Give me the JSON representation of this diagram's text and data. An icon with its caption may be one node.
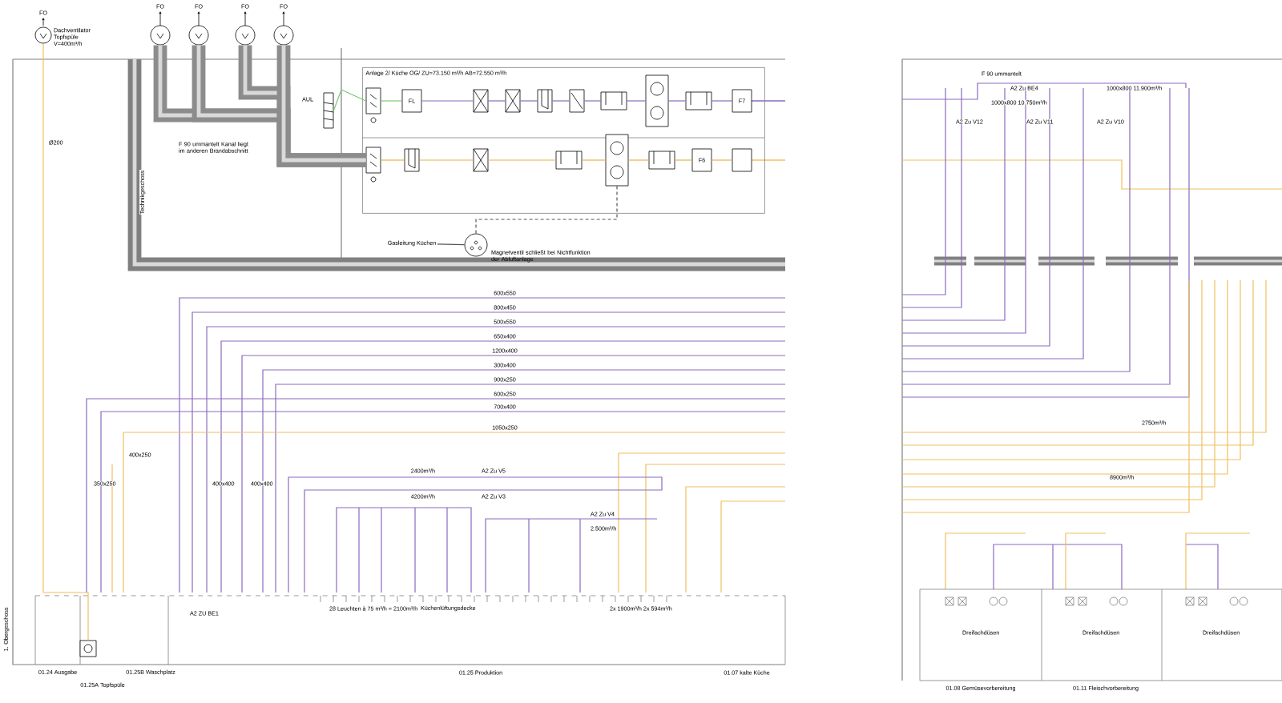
{
  "diagram": {
    "nodes": [
      {
        "text": [],
        "shape": "circle",
        "beside": [
          "FO",
          "Dachventilator Topfspüle V=400m³/h"
        ]
      },
      {
        "text": [],
        "shape": "circle",
        "beside": [
          "FO"
        ]
      },
      {
        "text": [],
        "shape": "circle",
        "beside": [
          "FO"
        ]
      },
      {
        "text": [],
        "shape": "circle",
        "beside": [
          "FO"
        ]
      },
      {
        "text": [],
        "shape": "circle",
        "beside": [
          "FO"
        ]
      },
      {
        "text": [
          "Anlage 2/ Küche OG/ ZU=73.150 m³/h AB=72.550 m³/h"
        ]
      },
      {
        "text": [],
        "shape": "box",
        "beside": [
          "AUL"
        ]
      },
      {
        "text": [],
        "shape": "box",
        "in": 5
      },
      {
        "text": [
          "FL"
        ],
        "in": 5
      },
      {
        "text": [],
        "shape": "box",
        "in": 5
      },
      {
        "text": [],
        "shape": "box",
        "in": 5
      },
      {
        "text": [],
        "shape": "box",
        "in": 5
      },
      {
        "text": [],
        "shape": "box",
        "in": 5
      },
      {
        "text": [],
        "shape": "box",
        "in": 5
      },
      {
        "text": [],
        "shape": "box",
        "in": 5
      },
      {
        "text": [],
        "shape": "box",
        "in": 5
      },
      {
        "text": [
          "F7"
        ],
        "in": 5
      },
      {
        "text": [],
        "shape": "box",
        "in": 5
      },
      {
        "text": [],
        "shape": "box",
        "in": 5
      },
      {
        "text": [],
        "shape": "box",
        "in": 5
      },
      {
        "text": [],
        "shape": "box",
        "in": 5
      },
      {
        "text": [],
        "shape": "box",
        "in": 5
      },
      {
        "text": [],
        "shape": "box",
        "in": 5
      },
      {
        "text": [
          "F6"
        ],
        "in": 5
      },
      {
        "text": [],
        "shape": "box",
        "in": 5
      },
      {
        "text": [],
        "shape": "circle",
        "beside": [
          "Magnetventil schließt bei Nichtfunktion der Abluftanlage"
        ]
      },
      {
        "text": [
          "Gasleitung Küchen"
        ]
      },
      {
        "text": [],
        "shape": "box"
      }
    ],
    "edges": [
      {
        "from": 17,
        "to": 1,
        "arrow": "none",
        "style": "thick",
        "color": "#8c8c8c"
      },
      {
        "from": 17,
        "to": 2,
        "arrow": "none",
        "style": "thick",
        "color": "#8c8c8c"
      },
      {
        "from": 17,
        "to": 3,
        "arrow": "none",
        "style": "thick",
        "color": "#8c8c8c"
      },
      {
        "from": 17,
        "to": 4,
        "arrow": "none",
        "style": "thick",
        "color": "#8c8c8c"
      },
      {
        "from": 6,
        "to": 7,
        "arrow": "none",
        "color": "#7cc576"
      },
      {
        "from": 7,
        "to": 8,
        "arrow": "none",
        "color": "#7cc576"
      },
      {
        "from": 8,
        "to": 9,
        "arrow": "none",
        "color": "#8a6bbf"
      },
      {
        "from": 9,
        "to": 10,
        "arrow": "none",
        "color": "#8a6bbf"
      },
      {
        "from": 10,
        "to": 11,
        "arrow": "none",
        "color": "#8a6bbf"
      },
      {
        "from": 11,
        "to": 12,
        "arrow": "none",
        "color": "#8a6bbf"
      },
      {
        "from": 12,
        "to": 13,
        "arrow": "none",
        "color": "#8a6bbf"
      },
      {
        "from": 13,
        "to": 14,
        "arrow": "none",
        "color": "#8a6bbf"
      },
      {
        "from": 14,
        "to": 15,
        "arrow": "none",
        "color": "#8a6bbf"
      },
      {
        "from": 15,
        "to": 16,
        "arrow": "none",
        "color": "#8a6bbf"
      },
      {
        "from": 17,
        "to": 18,
        "arrow": "none",
        "color": "#e8b04a"
      },
      {
        "from": 18,
        "to": 19,
        "arrow": "none",
        "color": "#e8b04a"
      },
      {
        "from": 19,
        "to": 20,
        "arrow": "none",
        "color": "#e8b04a"
      },
      {
        "from": 20,
        "to": 21,
        "arrow": "none",
        "color": "#e8b04a"
      },
      {
        "from": 21,
        "to": 22,
        "arrow": "none",
        "color": "#e8b04a"
      },
      {
        "from": 22,
        "to": 23,
        "arrow": "none",
        "color": "#e8b04a"
      },
      {
        "from": 23,
        "to": 24,
        "arrow": "none",
        "color": "#e8b04a"
      },
      {
        "from": 21,
        "to": 25,
        "arrow": "none",
        "style": "dashed",
        "color": "#555555"
      },
      {
        "from": 26,
        "to": 25,
        "arrow": "none",
        "color": "#555555"
      },
      {
        "from": 0,
        "to": 27,
        "arrow": "none",
        "color": "#f0c060"
      }
    ],
    "labels": [
      "Technikgeschoss",
      "F 90 ummantelt Kanal liegt im anderen Brandabschnitt",
      "Ø200",
      "600x550",
      "800x450",
      "500x550",
      "650x400",
      "1200x400",
      "300x400",
      "900x250",
      "600x250",
      "700x400",
      "1050x250",
      "400x250",
      "350x250",
      "400x400",
      "400x400",
      "A2 Zu V5",
      "A2 Zu V3",
      "2400m³/h",
      "4200m³/h",
      "A2 Zu V4",
      "2.500m³/h",
      "28 Leuchten à 75 m³/h = 2100m³/h",
      "Küchenlüftungsdecke",
      "2x 1900m³/h 2x 594m³/h",
      "A2 ZU BE1",
      "01.24 Ausgabe",
      "01.25A Topfspüle",
      "01.25B Waschplatz",
      "01.25 Produktion",
      "01.07 kalte Küche",
      "1. Obergeschoss",
      "F 90 ummantelt",
      "A2 Zu BE4",
      "1000x800 11.900m³/h",
      "1000x800 10.750m³/h",
      "A2 Zu V12",
      "A2 Zu V11",
      "A2 Zu V10",
      "2750m³/h",
      "8900m³/h",
      "Dreifachdüsen",
      "Dreifachdüsen",
      "Dreifachdüsen",
      "01.08 Gemüsevorbereitung",
      "01.11 Fleischvorbereitung"
    ]
  }
}
